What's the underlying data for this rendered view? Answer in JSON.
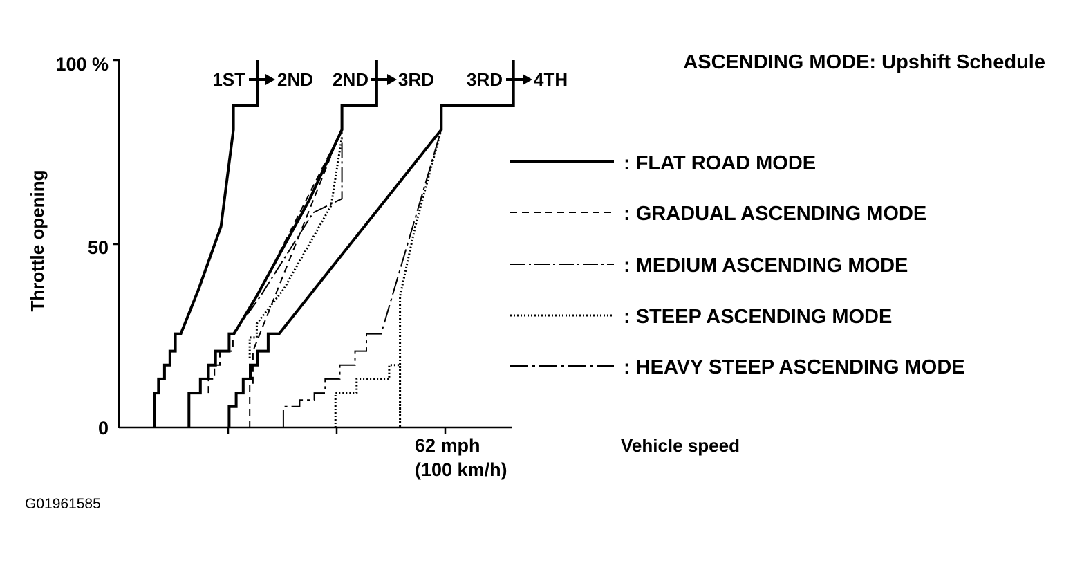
{
  "chart_data": {
    "type": "line",
    "title": "ASCENDING MODE: Upshift Schedule",
    "xlabel": "Vehicle speed",
    "ylabel": "Throttle opening",
    "y_ticks": [
      "100 %",
      "50",
      "0"
    ],
    "y_tick_values": [
      100,
      50,
      0
    ],
    "ylim": [
      0,
      100
    ],
    "xlim": [
      0,
      72
    ],
    "x_marker": {
      "value": 62,
      "label_line1": "62 mph",
      "label_line2": "(100 km/h)"
    },
    "x_minor_ticks": [
      20,
      40
    ],
    "shift_labels": [
      {
        "from": "1ST",
        "to": "2ND"
      },
      {
        "from": "2ND",
        "to": "3RD"
      },
      {
        "from": "3RD",
        "to": "4TH"
      }
    ],
    "legend": [
      {
        "label": ": FLAT ROAD MODE",
        "style": "solid"
      },
      {
        "label": ": GRADUAL ASCENDING MODE",
        "style": "dashed"
      },
      {
        "label": ": MEDIUM ASCENDING MODE",
        "style": "dash-dot"
      },
      {
        "label": ": STEEP ASCENDING MODE",
        "style": "dotted"
      },
      {
        "label": ": HEAVY STEEP ASCENDING MODE",
        "style": "dash-dot-long"
      }
    ],
    "series": [
      {
        "style": "solid",
        "width": 4,
        "points": [
          [
            6.6,
            0
          ],
          [
            6.6,
            9.4
          ],
          [
            7.3,
            9.4
          ],
          [
            7.3,
            13.2
          ],
          [
            8.4,
            13.2
          ],
          [
            8.4,
            17
          ],
          [
            9.4,
            17
          ],
          [
            9.4,
            20.8
          ],
          [
            10.4,
            20.8
          ],
          [
            10.4,
            25.5
          ],
          [
            11.4,
            25.5
          ],
          [
            14.7,
            37.7
          ],
          [
            18.8,
            54.7
          ],
          [
            21.1,
            81.1
          ],
          [
            21.1,
            87.7
          ],
          [
            25.5,
            87.7
          ],
          [
            25.5,
            100
          ]
        ]
      },
      {
        "style": "solid",
        "width": 4,
        "points": [
          [
            12.9,
            0
          ],
          [
            12.9,
            9.4
          ],
          [
            15,
            9.4
          ],
          [
            15,
            13.2
          ],
          [
            16.5,
            13.2
          ],
          [
            16.5,
            17
          ],
          [
            17.8,
            17
          ],
          [
            17.8,
            20.8
          ],
          [
            20.3,
            20.8
          ],
          [
            20.3,
            25.5
          ],
          [
            21.2,
            25.5
          ],
          [
            25.4,
            35.8
          ],
          [
            35.2,
            62.3
          ],
          [
            41.1,
            81.1
          ],
          [
            41.1,
            87.7
          ],
          [
            47.5,
            87.7
          ],
          [
            47.5,
            100
          ]
        ]
      },
      {
        "style": "solid",
        "width": 4,
        "points": [
          [
            20.3,
            0
          ],
          [
            20.3,
            5.7
          ],
          [
            21.6,
            5.7
          ],
          [
            21.6,
            9.4
          ],
          [
            22.9,
            9.4
          ],
          [
            22.9,
            13.2
          ],
          [
            24.2,
            13.2
          ],
          [
            24.2,
            17
          ],
          [
            25.5,
            17
          ],
          [
            25.5,
            20.8
          ],
          [
            27.5,
            20.8
          ],
          [
            27.5,
            25.5
          ],
          [
            29.5,
            25.5
          ],
          [
            59.4,
            81.1
          ],
          [
            59.4,
            87.7
          ],
          [
            72.7,
            87.7
          ],
          [
            72.7,
            100
          ]
        ]
      },
      {
        "style": "dashed",
        "width": 2,
        "points": [
          [
            16.5,
            9.4
          ],
          [
            16.5,
            13.2
          ],
          [
            17.6,
            13.2
          ],
          [
            17.6,
            17
          ],
          [
            18.6,
            17
          ],
          [
            18.6,
            20.8
          ],
          [
            21,
            20.8
          ],
          [
            21,
            25.5
          ],
          [
            25.5,
            35.8
          ],
          [
            41.1,
            81.1
          ]
        ]
      },
      {
        "style": "dashed",
        "width": 2,
        "points": [
          [
            24.1,
            0
          ],
          [
            24.1,
            11.3
          ],
          [
            24.7,
            11.3
          ],
          [
            24.7,
            20.8
          ],
          [
            40.5,
            79.2
          ]
        ]
      },
      {
        "style": "dash-dot",
        "width": 2,
        "points": [
          [
            21.1,
            25.5
          ],
          [
            26.1,
            35.8
          ],
          [
            35.8,
            58.5
          ],
          [
            41.1,
            62.3
          ],
          [
            41.1,
            81.1
          ]
        ]
      },
      {
        "style": "dotted",
        "width": 3,
        "points": [
          [
            24.1,
            18.9
          ],
          [
            24.1,
            24.5
          ],
          [
            25.4,
            24.5
          ],
          [
            25.4,
            28.3
          ],
          [
            30.4,
            37.7
          ],
          [
            39.1,
            60.4
          ],
          [
            41.1,
            79.2
          ]
        ]
      },
      {
        "style": "dash-dot-long",
        "width": 2,
        "points": [
          [
            30.3,
            0
          ],
          [
            30.3,
            5.7
          ],
          [
            33.3,
            5.7
          ],
          [
            33.3,
            7.5
          ],
          [
            36,
            7.5
          ],
          [
            36,
            9.4
          ],
          [
            38,
            9.4
          ],
          [
            38,
            13.2
          ],
          [
            40.7,
            13.2
          ],
          [
            40.7,
            17
          ],
          [
            43.5,
            17
          ],
          [
            43.5,
            20.8
          ],
          [
            45.6,
            20.8
          ],
          [
            45.6,
            25.5
          ],
          [
            48.3,
            25.5
          ],
          [
            51.5,
            41.5
          ],
          [
            59.4,
            81.1
          ]
        ]
      },
      {
        "style": "dotted",
        "width": 3,
        "points": [
          [
            39.9,
            0
          ],
          [
            39.9,
            9.4
          ],
          [
            43.8,
            9.4
          ],
          [
            43.8,
            13.2
          ],
          [
            49.8,
            13.2
          ],
          [
            49.8,
            17
          ],
          [
            51.8,
            17
          ],
          [
            51.8,
            0
          ],
          [
            51.8,
            35.8
          ],
          [
            54.6,
            54.7
          ],
          [
            59.4,
            81.1
          ]
        ]
      }
    ]
  },
  "figure_id": "G01961585"
}
